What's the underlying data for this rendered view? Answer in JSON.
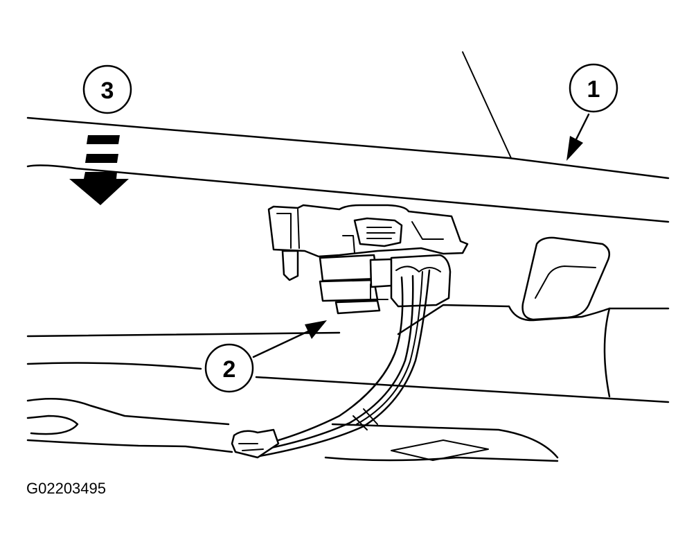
{
  "figure": {
    "id_label": "G02203495",
    "callouts": [
      {
        "key": "1",
        "label": "1"
      },
      {
        "key": "2",
        "label": "2"
      },
      {
        "key": "3",
        "label": "3"
      }
    ],
    "direction_arrow": {
      "icon": "dashed-down-arrow-icon"
    },
    "colors": {
      "ink": "#000000",
      "paper": "#ffffff"
    }
  }
}
